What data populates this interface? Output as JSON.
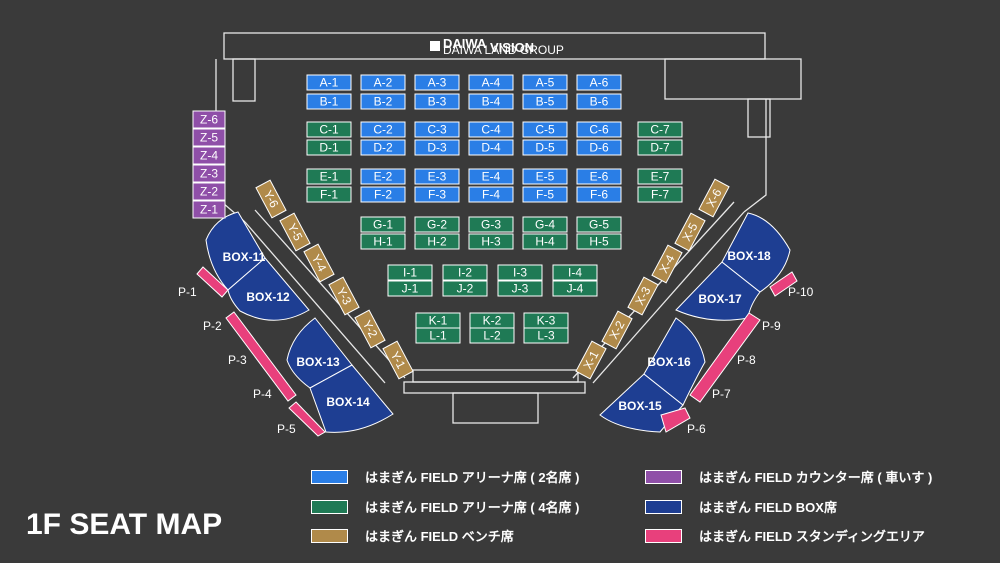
{
  "vision": {
    "brand": "DAIWA",
    "brand_sub": "DAIWA LAND GROUP",
    "label": "VISION"
  },
  "title": "1F SEAT MAP",
  "colors": {
    "blue": "#2a7ee6",
    "green": "#1f7a55",
    "gold": "#b08a4a",
    "purple": "#8f4fa8",
    "navy": "#1e3e92",
    "pink": "#e8407c",
    "line": "#e8e8e8",
    "background": "#3a3a3a"
  },
  "seats": {
    "blue": [
      "A-1",
      "A-2",
      "A-3",
      "A-4",
      "A-5",
      "A-6",
      "B-1",
      "B-2",
      "B-3",
      "B-4",
      "B-5",
      "B-6",
      "C-2",
      "C-3",
      "C-4",
      "C-5",
      "C-6",
      "D-2",
      "D-3",
      "D-4",
      "D-5",
      "D-6",
      "E-2",
      "E-3",
      "E-4",
      "E-5",
      "E-6",
      "F-2",
      "F-3",
      "F-4",
      "F-5",
      "F-6"
    ],
    "green": [
      "C-1",
      "D-1",
      "C-7",
      "D-7",
      "E-1",
      "F-1",
      "E-7",
      "F-7",
      "G-1",
      "G-2",
      "G-3",
      "G-4",
      "G-5",
      "H-1",
      "H-2",
      "H-3",
      "H-4",
      "H-5",
      "I-1",
      "I-2",
      "I-3",
      "I-4",
      "J-1",
      "J-2",
      "J-3",
      "J-4",
      "K-1",
      "K-2",
      "K-3",
      "L-1",
      "L-2",
      "L-3"
    ],
    "counter": [
      "Z-6",
      "Z-5",
      "Z-4",
      "Z-3",
      "Z-2",
      "Z-1"
    ],
    "bench_left": [
      "Y-6",
      "Y-5",
      "Y-4",
      "Y-3",
      "Y-2",
      "Y-1"
    ],
    "bench_right": [
      "X-1",
      "X-2",
      "X-3",
      "X-4",
      "X-5",
      "X-6"
    ],
    "boxes": [
      "BOX-11",
      "BOX-12",
      "BOX-13",
      "BOX-14",
      "BOX-15",
      "BOX-16",
      "BOX-17",
      "BOX-18"
    ],
    "standing": [
      "P-1",
      "P-2",
      "P-3",
      "P-4",
      "P-5",
      "P-6",
      "P-7",
      "P-8",
      "P-9",
      "P-10"
    ]
  },
  "legend": [
    {
      "color": "#2a7ee6",
      "label": "はまぎん FIELD アリーナ席 ( 2名席 )"
    },
    {
      "color": "#1f7a55",
      "label": "はまぎん FIELD アリーナ席 ( 4名席 )"
    },
    {
      "color": "#b08a4a",
      "label": "はまぎん FIELD ベンチ席"
    },
    {
      "color": "#8f4fa8",
      "label": "はまぎん FIELD カウンター席 ( 車いす )"
    },
    {
      "color": "#1e3e92",
      "label": "はまぎん FIELD BOX席"
    },
    {
      "color": "#e8407c",
      "label": "はまぎん FIELD スタンディングエリア"
    }
  ]
}
